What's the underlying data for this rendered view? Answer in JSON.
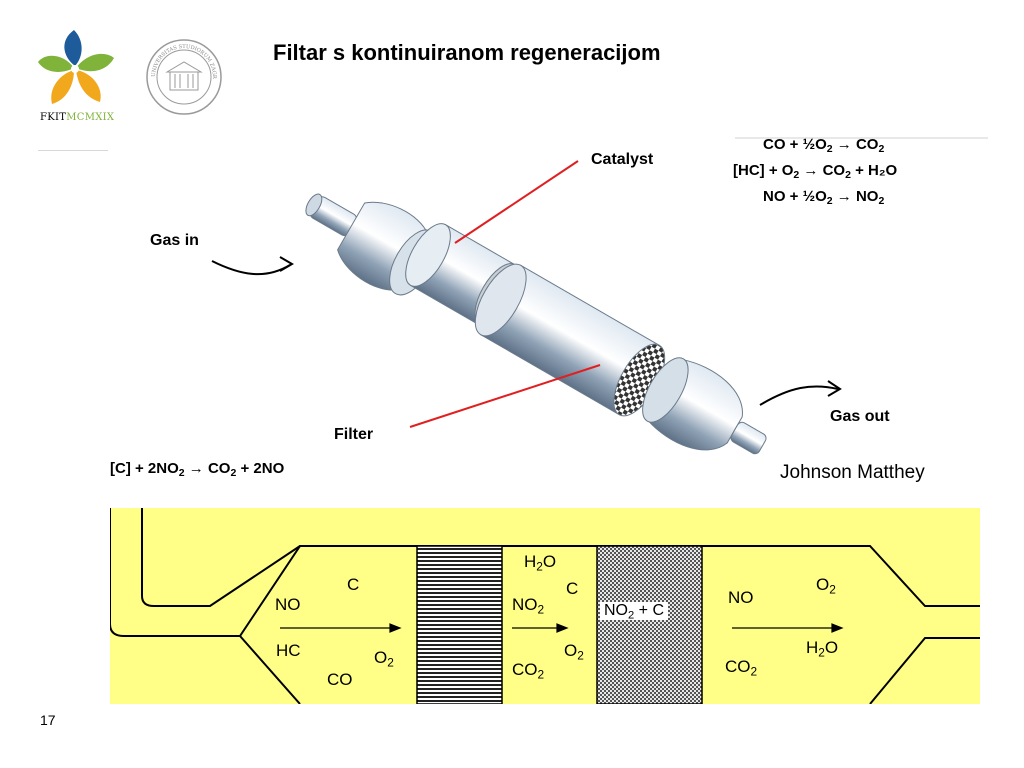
{
  "title": "Filtar s kontinuiranom regeneracijom",
  "slide_number": "17",
  "logo": {
    "text_main": "FKIT",
    "text_roman": "MCMXIX"
  },
  "seal_text": "UNIVERSITAS STUDIORUM ZAGRABIENSIS MDCLXIX",
  "figure": {
    "catalyst_label": "Catalyst",
    "filter_label": "Filter",
    "gas_in_label": "Gas in",
    "gas_out_label": "Gas out",
    "catalyst_reactions": [
      {
        "main": "CO + ½O",
        "s1": "2",
        "mid": " → CO",
        "s2": "2",
        "tail": ""
      },
      {
        "main": "[HC] + O",
        "s1": "2",
        "mid": " → CO",
        "s2": "2",
        "tail": " + H₂O"
      },
      {
        "main": "NO + ½O",
        "s1": "2",
        "mid": " → NO",
        "s2": "2",
        "tail": ""
      }
    ],
    "filter_reaction": {
      "a": "[C] + 2NO",
      "s1": "2",
      "b": " → CO",
      "s2": "2",
      "c": " + 2NO"
    },
    "credit": "Johnson Matthey"
  },
  "schematic": {
    "background_color": "#ffff88",
    "inlet": {
      "c": "C",
      "no": "NO",
      "hc": "HC",
      "o2_base": "O",
      "o2_sub": "2",
      "co": "CO"
    },
    "middle": {
      "h2o_a": "H",
      "h2o_sub": "2",
      "h2o_b": "O",
      "c": "C",
      "no2_base": "NO",
      "no2_sub": "2",
      "o2_base": "O",
      "o2_sub": "2",
      "co2_base": "CO",
      "co2_sub": "2"
    },
    "filter_box": {
      "a": "NO",
      "sub": "2",
      "b": " + C"
    },
    "outlet": {
      "no": "NO",
      "o2_base": "O",
      "o2_sub": "2",
      "h2o_a": "H",
      "h2o_sub": "2",
      "h2o_b": "O",
      "co2_base": "CO",
      "co2_sub": "2"
    }
  }
}
